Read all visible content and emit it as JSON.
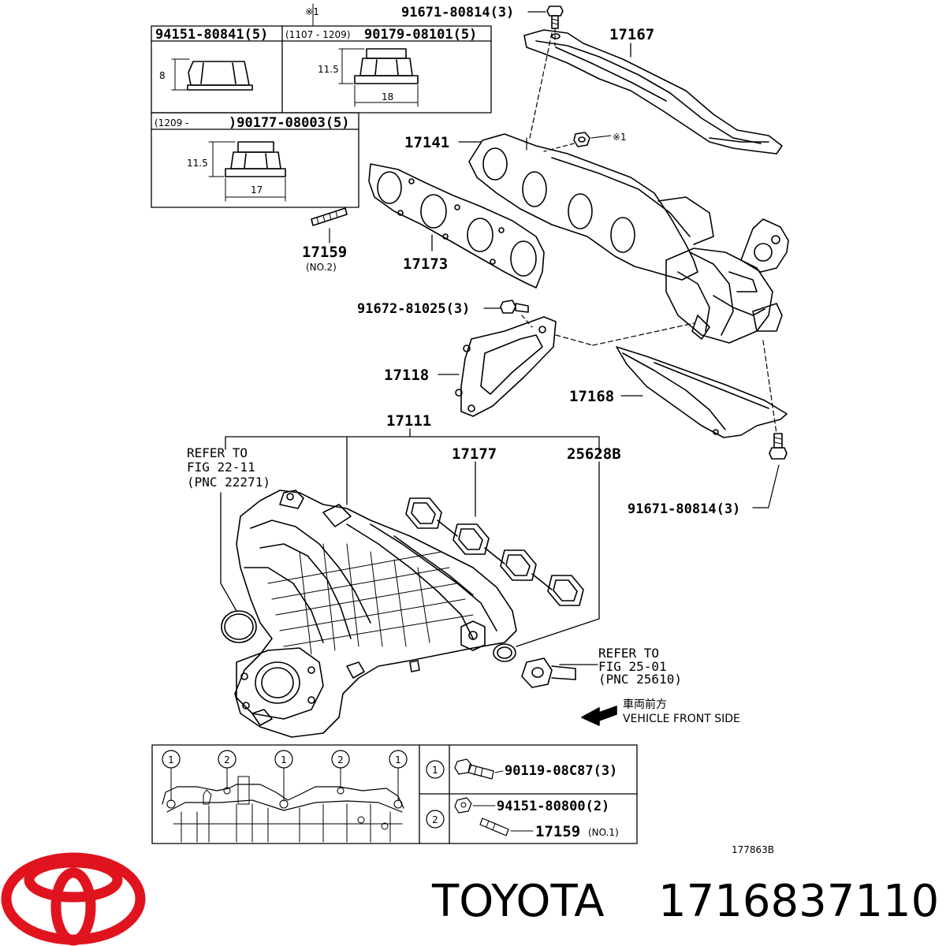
{
  "inset": {
    "part_a": "94151-80841(5)",
    "range_a": "(1107 - 1209)",
    "part_b": "90179-08101(5)",
    "range_c": "(1209 -",
    "part_c": ")90177-08003(5)",
    "mark_top": "※1",
    "dim_8": "8",
    "dim_115a": "11.5",
    "dim_18": "18",
    "dim_115b": "11.5",
    "dim_17": "17"
  },
  "callouts": {
    "bolt_top": "91671-80814(3)",
    "heat_insulator_upper": "17167",
    "manifold": "17141",
    "mark_nut": "※1",
    "stud_no2": "17159",
    "stud_no2_sub": "(NO.2)",
    "gasket_exh": "17173",
    "bolt_mid": "91672-81025(3)",
    "stay": "17118",
    "heat_insulator_lower": "17168",
    "intake_manifold": "17111",
    "gasket_int": "17177",
    "gasket_25628b": "25628B",
    "bolt_lower": "91671-80814(3)"
  },
  "refer_a": {
    "line1": "REFER TO",
    "line2": "FIG 22-11",
    "line3": "(PNC 22271)"
  },
  "refer_b": {
    "line1": "REFER TO",
    "line2": "FIG 25-01",
    "line3": "(PNC 25610)"
  },
  "front_note": {
    "jp": "車両前方",
    "en": "VEHICLE FRONT SIDE"
  },
  "legend": {
    "circles": [
      "1",
      "2",
      "1",
      "2",
      "1"
    ],
    "row1_num": "1",
    "row1_part": "90119-08C87(3)",
    "row2_num": "2",
    "row2_part_a": "94151-80800(2)",
    "row2_part_b": "17159",
    "row2_sub": "(NO.1)"
  },
  "figure_id": "177863B",
  "brand": {
    "name": "TOYOTA",
    "part_number": "1716837110",
    "logo_color": "#e0141e"
  }
}
